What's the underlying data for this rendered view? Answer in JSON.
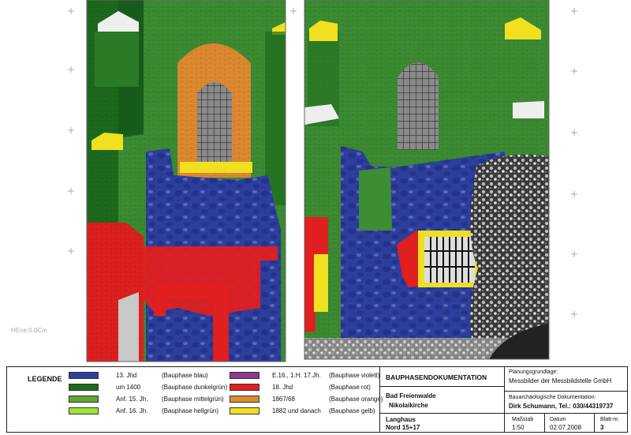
{
  "side_note": "HEne:0.0Cm",
  "legend": {
    "title": "LEGENDE",
    "items": [
      {
        "date": "13. Jhd",
        "phase": "(Bauphase blau)",
        "color": "#2d3e9c"
      },
      {
        "date": "um 1400",
        "phase": "(Bauphase dunkelgrün)",
        "color": "#1e6a1e"
      },
      {
        "date": "Anf. 15. Jh.",
        "phase": "(Bauphase mittelgrün)",
        "color": "#5aa832"
      },
      {
        "date": "Anf. 16. Jh.",
        "phase": "(Bauphase hellgrün)",
        "color": "#9ae630"
      },
      {
        "date": "E.16., 1.H. 17.Jh.",
        "phase": "(Bauphase violett)",
        "color": "#8c3a8c"
      },
      {
        "date": "18. Jhd",
        "phase": "(Bauphase rot)",
        "color": "#e02020"
      },
      {
        "date": "1867/68",
        "phase": "(Bauphase orange)",
        "color": "#e08a30"
      },
      {
        "date": "1882 und danach",
        "phase": "(Bauphase gelb)",
        "color": "#f0e020"
      }
    ]
  },
  "doc_title": "BAUPHASENDOKUMENTATION",
  "location": "Bad Freienwalde",
  "building": "Nikolaikirche",
  "section": "Langhaus",
  "section_detail": "Nord 15+17",
  "planning_label": "Planungsgrundlage:",
  "planning_value": "Messbilder der Messbildstelle GmbH",
  "doc_label": "Bauarchäologische Dokumentation:",
  "doc_value": "Dirk Schumann, Tel.: 030/44319737",
  "scale_label": "Maßstab",
  "scale_value": "1:50",
  "date_label": "Datum",
  "date_value": "02.07.2008",
  "sheet_label": "Blatt-nr.",
  "sheet_value": "3"
}
